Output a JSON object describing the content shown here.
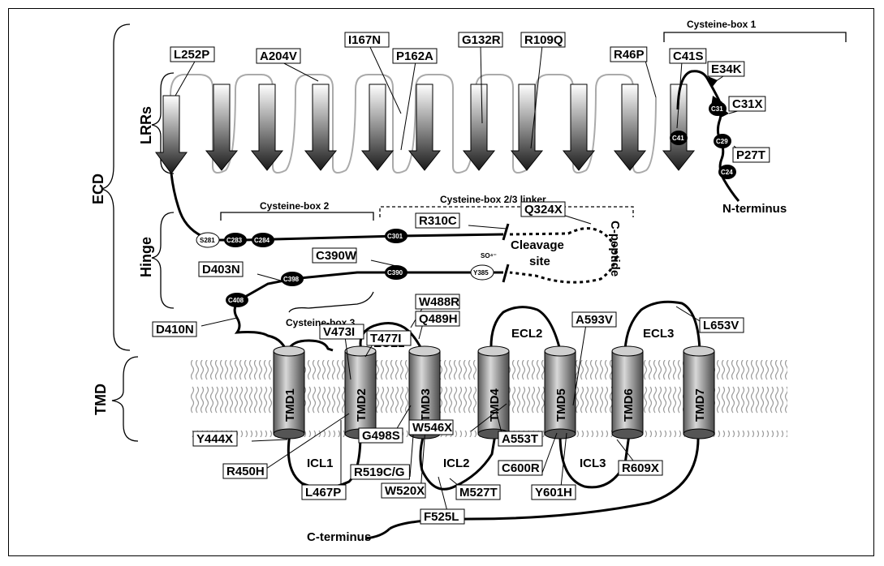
{
  "regions": {
    "ecd": "ECD",
    "lrrs": "LRRs",
    "hinge": "Hinge",
    "tmd": "TMD"
  },
  "box_titles": {
    "cys1": "Cysteine-box 1",
    "cys2": "Cysteine-box 2",
    "cys23": "Cysteine-box 2/3 linker",
    "cys3": "Cysteine-box 3"
  },
  "annotations": {
    "n_terminus": "N-terminus",
    "c_terminus": "C-terminus",
    "cleavage": "Cleavage",
    "site": "site",
    "c_peptide": "C-peptide",
    "so4": "SO⁴⁻"
  },
  "loops": {
    "ecl1": "ECL1",
    "ecl2": "ECL2",
    "ecl3": "ECL3",
    "icl1": "ICL1",
    "icl2": "ICL2",
    "icl3": "ICL3"
  },
  "helices": [
    "TMD1",
    "TMD2",
    "TMD3",
    "TMD4",
    "TMD5",
    "TMD6",
    "TMD7"
  ],
  "residues": {
    "s281": "S281",
    "c283": "C283",
    "c284": "C284",
    "c301": "C301",
    "c390": "C390",
    "c398": "C398",
    "c408": "C408",
    "y385": "Y385",
    "c41": "C41",
    "c31": "C31",
    "c29": "C29",
    "c24": "C24"
  },
  "mutations": [
    "L252P",
    "A204V",
    "I167N",
    "P162A",
    "G132R",
    "R109Q",
    "R46P",
    "C41S",
    "E34K",
    "C31X",
    "P27T",
    "R310C",
    "Q324X",
    "C390W",
    "D403N",
    "D410N",
    "W488R",
    "Q489H",
    "V473I",
    "T477I",
    "A593V",
    "L653V",
    "Y444X",
    "R450H",
    "L467P",
    "G498S",
    "R519C/G",
    "W520X",
    "F525L",
    "W546X",
    "A553T",
    "M527T",
    "C600R",
    "Y601H",
    "R609X"
  ]
}
